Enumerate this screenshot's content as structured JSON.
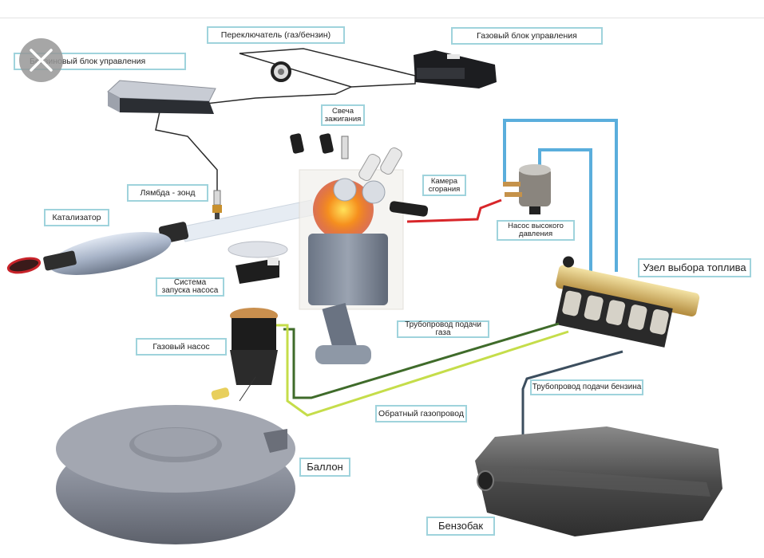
{
  "viewer": {
    "close_button_label": "close"
  },
  "diagram": {
    "title": "LPG injection system scheme",
    "labels": {
      "petrol_ecu": "Бензиновый блок управления",
      "switch": "Переключатель (газ/бензин)",
      "gas_ecu": "Газовый блок управления",
      "spark_plug": "Свеча зажигания",
      "lambda": "Лямбда - зонд",
      "combustion_chamber": "Камера сгорания",
      "catalyst": "Катализатор",
      "hp_pump": "Насос высокого давления",
      "fuel_selector": "Узел выбора топлива",
      "pump_start": "Система запуска насоса",
      "gas_supply_line": "Трубопровод подачи газа",
      "gas_pump": "Газовый насос",
      "petrol_supply_line": "Трубопровод подачи бензина",
      "return_gas_line": "Обратный газопровод",
      "gas_cylinder": "Баллон",
      "petrol_tank": "Бензобак"
    },
    "line_colors": {
      "wire": "#2a2a2a",
      "high_pressure": "#d8262a",
      "return_blue": "#5aaedc",
      "gas_supply": "#3f6b2a",
      "gas_return": "#c5dd4a",
      "petrol": "#3c4e5e",
      "label_border": "#9fd3dc"
    }
  }
}
